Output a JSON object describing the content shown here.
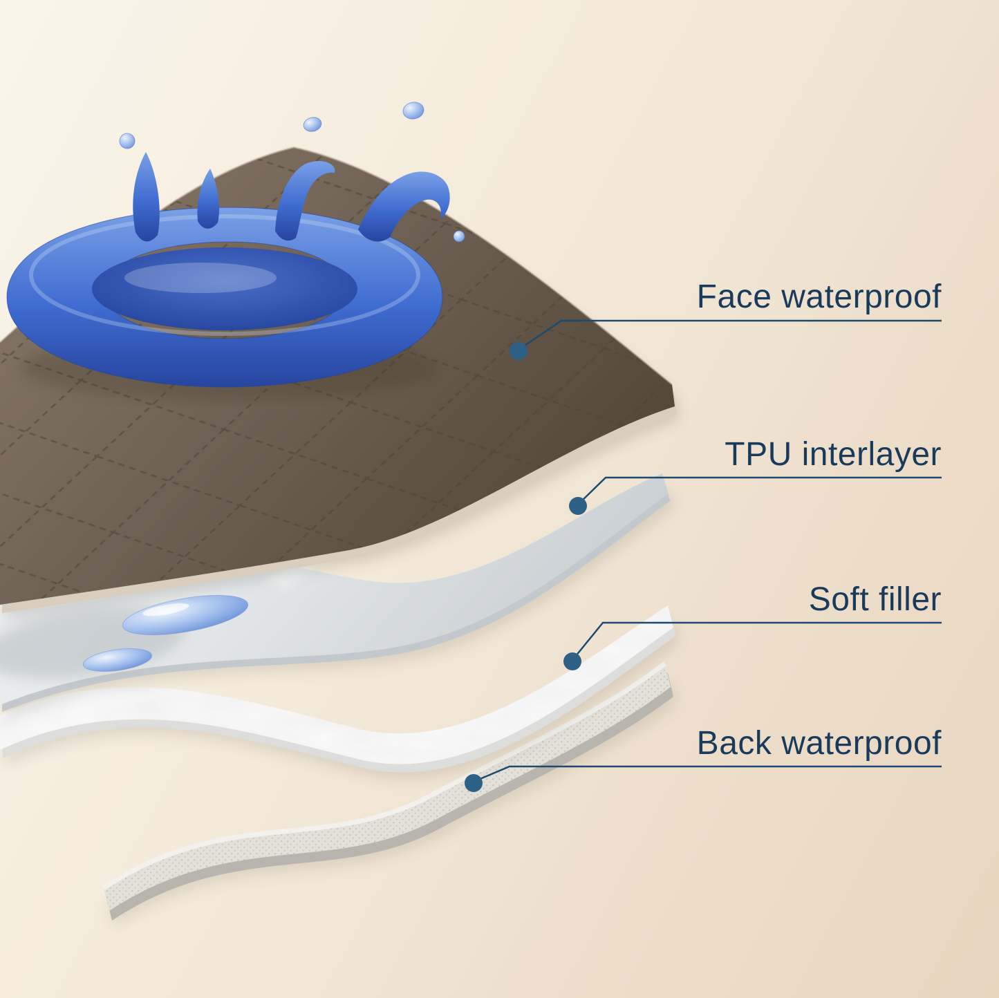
{
  "figure": {
    "type": "product-layer-diagram",
    "labels": [
      {
        "id": "face",
        "text": "Face waterproof"
      },
      {
        "id": "tpu",
        "text": "TPU interlayer"
      },
      {
        "id": "filler",
        "text": "Soft filler"
      },
      {
        "id": "back",
        "text": "Back waterproof"
      }
    ],
    "colors": {
      "background_start": "#faf5ea",
      "background_end": "#e8d6c1",
      "label_text": "#1a3a5b",
      "connector_line": "#1c4a6e",
      "marker_dot": "#2d6286",
      "face_layer_brown": "#6f6154",
      "splash_blue": "#3f6cd0",
      "tpu_gray": "#e3e7e9",
      "filler_white": "#fafafa",
      "back_mesh_gray": "#e3e0d9"
    }
  }
}
